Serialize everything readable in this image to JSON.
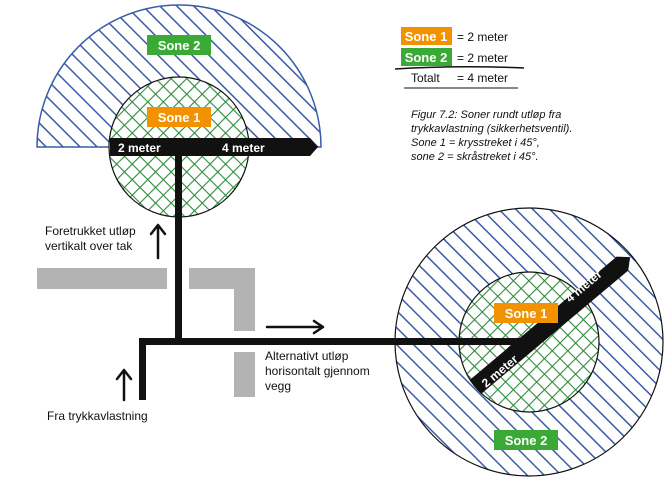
{
  "colors": {
    "zone1_orange": "#f39200",
    "zone2_green": "#3aa935",
    "hatch_blue": "#3a5ba8",
    "hatch_green": "#2e8b3c",
    "pipe_black": "#111111",
    "wall_gray": "#b3b3b3"
  },
  "legend": {
    "zone1_label": "Sone 1",
    "zone1_value": "= 2 meter",
    "zone2_label": "Sone 2",
    "zone2_value": "= 2 meter",
    "total_label": "Totalt",
    "total_value": "= 4 meter"
  },
  "caption": {
    "line1": "Figur 7.2: Soner rundt utløp fra",
    "line2": "trykkavlastning (sikkerhetsventil).",
    "line3": "Sone 1 = krysstreket i 45°,",
    "line4": "sone 2 = skråstreket i 45°."
  },
  "top_diagram": {
    "zone2_label": "Sone 2",
    "zone1_label": "Sone 1",
    "radius1_label": "2 meter",
    "radius2_label": "4 meter"
  },
  "right_diagram": {
    "zone1_label": "Sone 1",
    "zone2_label": "Sone 2",
    "radius1_label": "2 meter",
    "radius2_label": "4 meter"
  },
  "annotations": {
    "vertical_line1": "Foretrukket utløp",
    "vertical_line2": "vertikalt over tak",
    "horizontal_line1": "Alternativt  utløp",
    "horizontal_line2": "horisontalt gjennom",
    "horizontal_line3": "vegg",
    "source": "Fra trykkavlastning"
  }
}
